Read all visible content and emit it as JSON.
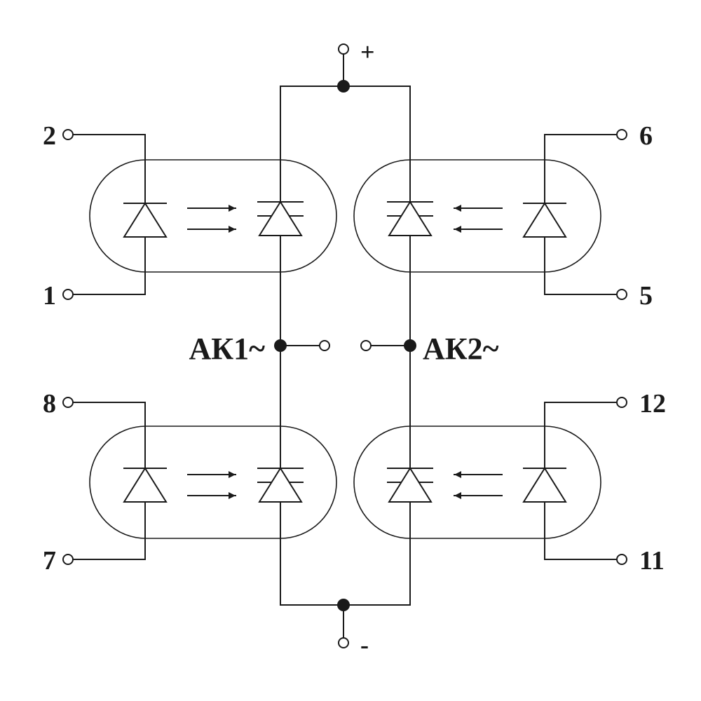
{
  "diagram": {
    "power_plus": "+",
    "power_minus": "-",
    "output_1": "АК1~",
    "output_2": "АК2~",
    "pins": {
      "p1": "1",
      "p2": "2",
      "p5": "5",
      "p6": "6",
      "p7": "7",
      "p8": "8",
      "p11": "11",
      "p12": "12"
    }
  },
  "colors": {
    "ink": "#1a1a1a",
    "background": "#ffffff"
  }
}
